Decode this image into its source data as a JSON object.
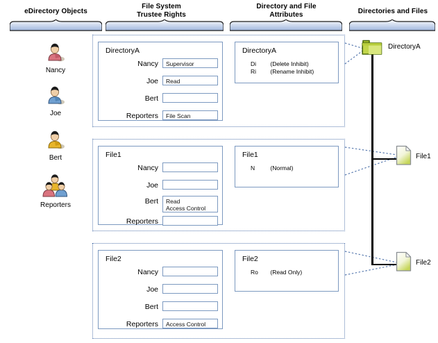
{
  "columns": [
    {
      "id": "edirectory",
      "title": "eDirectory Objects"
    },
    {
      "id": "trustee",
      "title": "File System\nTrustee Rights"
    },
    {
      "id": "attributes",
      "title": "Directory and File\nAttributes"
    },
    {
      "id": "files",
      "title": "Directories and Files"
    }
  ],
  "column_titles": {
    "edirectory": "eDirectory Objects",
    "trustee_line1": "File System",
    "trustee_line2": "Trustee Rights",
    "attributes_line1": "Directory and File",
    "attributes_line2": "Attributes",
    "files": "Directories and Files"
  },
  "objects": [
    {
      "name": "Nancy",
      "icon": "user-icon",
      "shirt": "#d9737f"
    },
    {
      "name": "Joe",
      "icon": "user-icon",
      "shirt": "#6f9fd0"
    },
    {
      "name": "Bert",
      "icon": "user-icon",
      "shirt": "#e8b52a"
    },
    {
      "name": "Reporters",
      "icon": "group-icon",
      "shirt": "#e8b52a"
    }
  ],
  "trustee_rights": [
    {
      "target": "DirectoryA",
      "rows": [
        {
          "trustee": "Nancy",
          "value": "Supervisor"
        },
        {
          "trustee": "Joe",
          "value": "Read"
        },
        {
          "trustee": "Bert",
          "value": ""
        },
        {
          "trustee": "Reporters",
          "value": "File Scan"
        }
      ]
    },
    {
      "target": "File1",
      "rows": [
        {
          "trustee": "Nancy",
          "value": ""
        },
        {
          "trustee": "Joe",
          "value": ""
        },
        {
          "trustee": "Bert",
          "value": "Read\nAccess Control"
        },
        {
          "trustee": "Reporters",
          "value": ""
        }
      ]
    },
    {
      "target": "File2",
      "rows": [
        {
          "trustee": "Nancy",
          "value": ""
        },
        {
          "trustee": "Joe",
          "value": ""
        },
        {
          "trustee": "Bert",
          "value": ""
        },
        {
          "trustee": "Reporters",
          "value": "Access Control"
        }
      ]
    }
  ],
  "attributes": [
    {
      "target": "DirectoryA",
      "items": [
        {
          "code": "Di",
          "desc": "(Delete Inhibit)"
        },
        {
          "code": "Ri",
          "desc": "(Rename Inhibit)"
        }
      ]
    },
    {
      "target": "File1",
      "items": [
        {
          "code": "N",
          "desc": "(Normal)"
        }
      ]
    },
    {
      "target": "File2",
      "items": [
        {
          "code": "Ro",
          "desc": "(Read Only)"
        }
      ]
    }
  ],
  "tree": [
    {
      "label": "DirectoryA",
      "icon": "folder-icon"
    },
    {
      "label": "File1",
      "icon": "file-icon"
    },
    {
      "label": "File2",
      "icon": "file-icon"
    }
  ],
  "colors": {
    "panel_border": "#7c99c0",
    "region_border": "#5b7cb0",
    "brace_fill_top": "#ffffff",
    "brace_fill_bottom": "#9fb6dd",
    "folder": "#b5cc3b",
    "file": "#d8e49a",
    "trunk": "#000000"
  }
}
